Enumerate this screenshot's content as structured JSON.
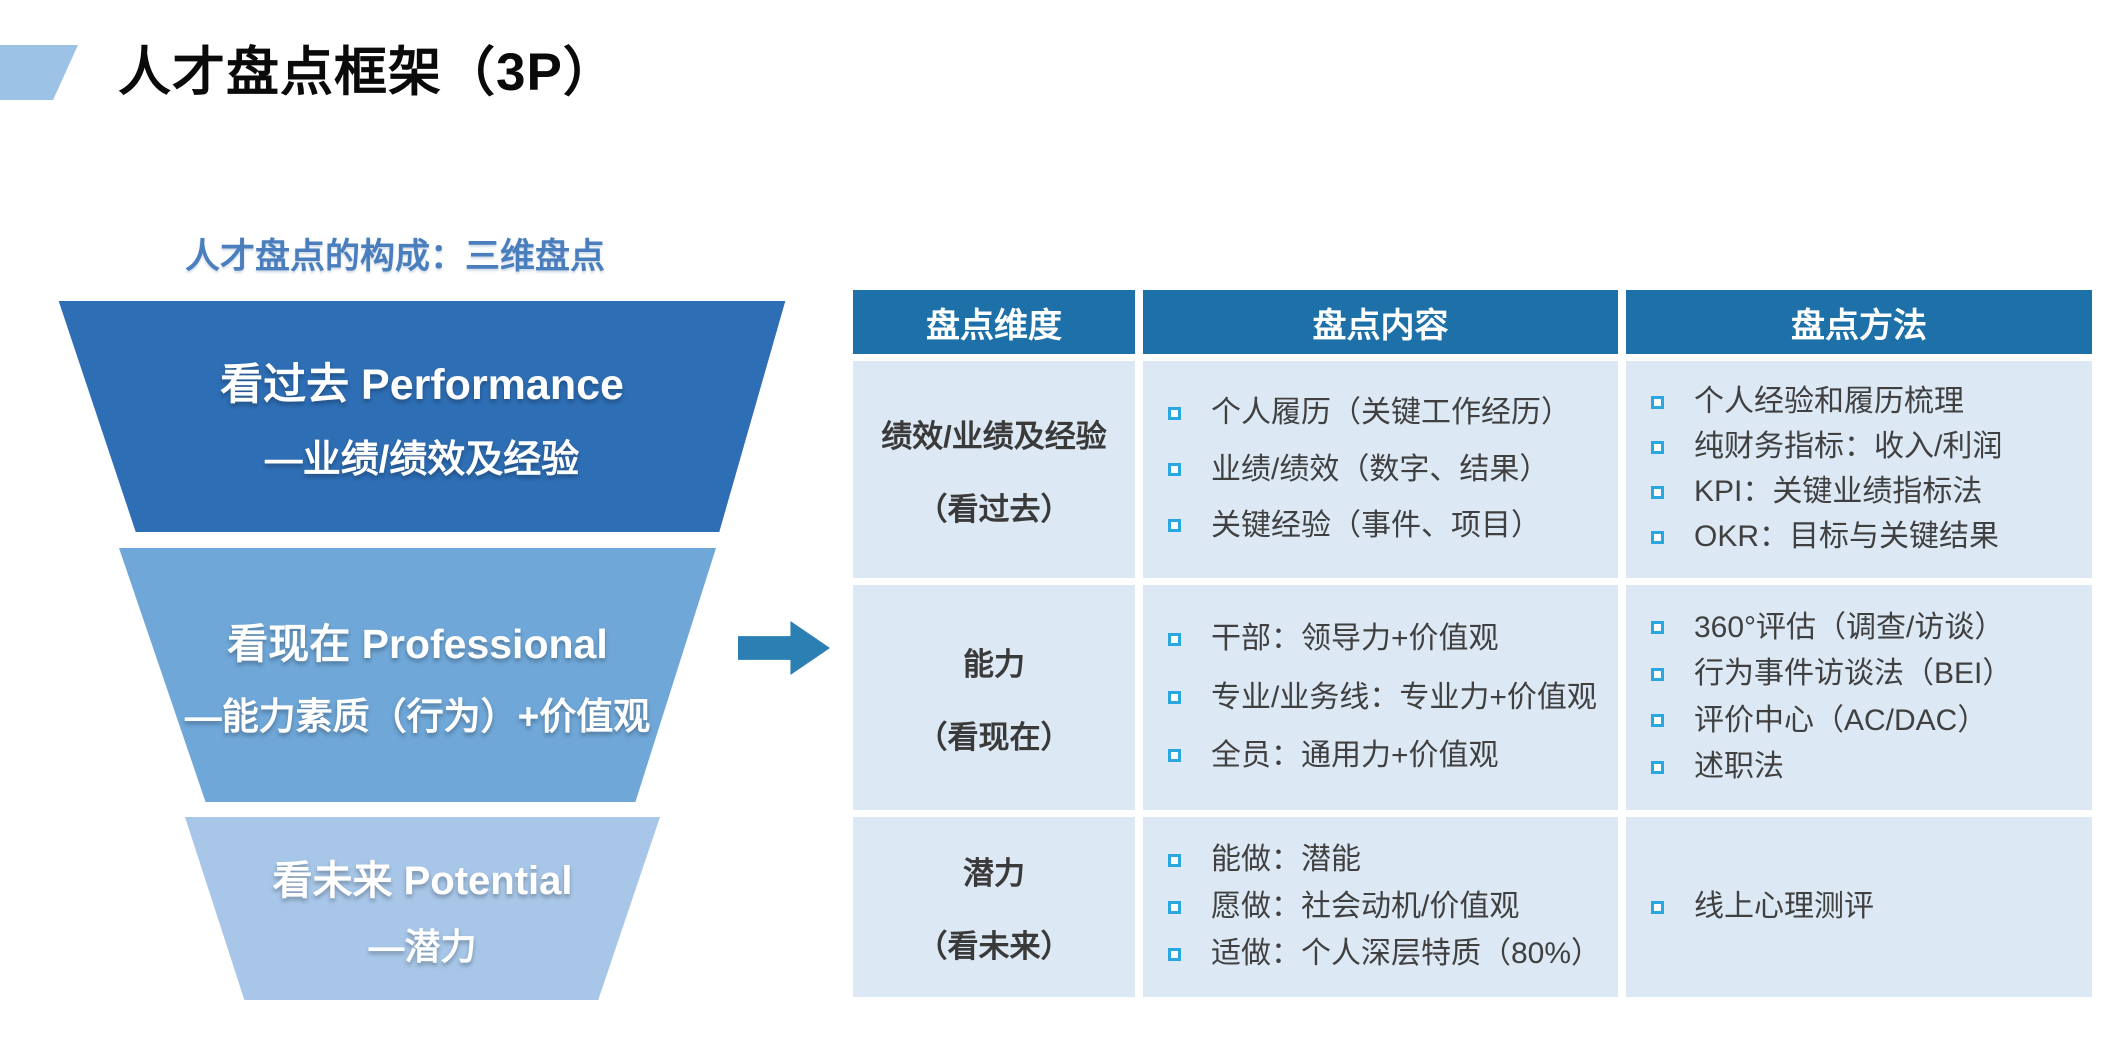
{
  "slide": {
    "title": "人才盘点框架（3P）",
    "subtitle": "人才盘点的构成：三维盘点"
  },
  "funnel": {
    "stages": [
      {
        "name": "看过去 Performance",
        "desc": "—业绩/绩效及经验",
        "color": "#2E6EB5"
      },
      {
        "name": "看现在 Professional",
        "desc": "—能力素质（行为）+价值观",
        "color": "#6FA7D8"
      },
      {
        "name": "看未来 Potential",
        "desc": "—潜力",
        "color": "#A7C6E8"
      }
    ]
  },
  "table": {
    "headers": [
      "盘点维度",
      "盘点内容",
      "盘点方法"
    ],
    "rows": [
      {
        "dimension": "绩效/业绩及经验",
        "dimension_note": "（看过去）",
        "content": [
          "个人履历（关键工作经历）",
          "业绩/绩效（数字、结果）",
          "关键经验（事件、项目）"
        ],
        "methods": [
          "个人经验和履历梳理",
          "纯财务指标：收入/利润",
          "KPI：关键业绩指标法",
          "OKR：目标与关键结果"
        ]
      },
      {
        "dimension": "能力",
        "dimension_note": "（看现在）",
        "content": [
          "干部：领导力+价值观",
          "专业/业务线：专业力+价值观",
          "全员：通用力+价值观"
        ],
        "methods": [
          "360°评估（调查/访谈）",
          "行为事件访谈法（BEI）",
          "评价中心（AC/DAC）",
          "述职法"
        ]
      },
      {
        "dimension": "潜力",
        "dimension_note": "（看未来）",
        "content": [
          "能做：潜能",
          "愿做：社会动机/价值观",
          "适做：个人深层特质（80%）"
        ],
        "methods": [
          "线上心理测评"
        ]
      }
    ]
  },
  "colors": {
    "stage1_blue": "#2E6EB5",
    "stage2_blue": "#6FA7D8",
    "stage3_blue": "#A7C6E8",
    "arrow_blue": "#2C7FB3",
    "header_bg": "#1E71A8",
    "cell_bg": "#DCE8F4",
    "bullet_outline": "#2AA7DF",
    "title_deco": "#9CC2E5",
    "subtitle_text": "#4A7EBD"
  }
}
